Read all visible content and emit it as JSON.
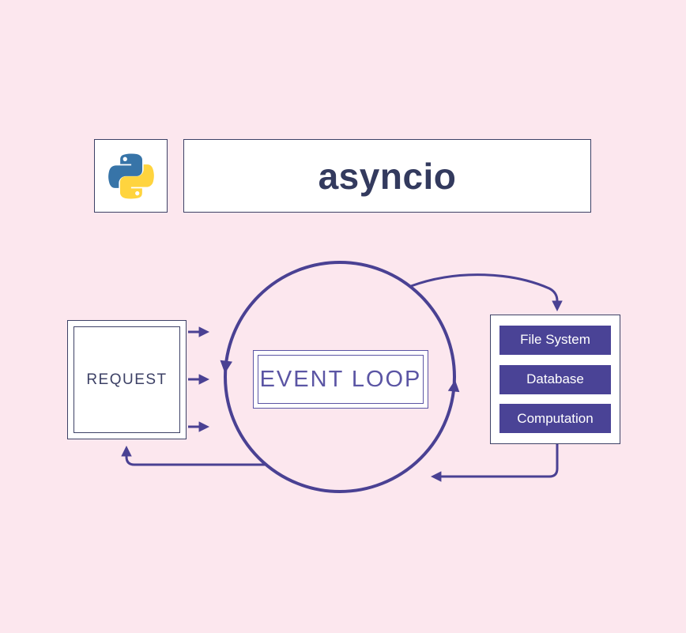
{
  "header": {
    "title": "asyncio",
    "logo_icon": "python-logo"
  },
  "diagram": {
    "request": {
      "label": "REQUEST"
    },
    "event_loop": {
      "label": "EVENT LOOP"
    },
    "services": {
      "items": [
        {
          "label": "File System"
        },
        {
          "label": "Database"
        },
        {
          "label": "Computation"
        }
      ]
    },
    "flow": "request -> event loop -> services -> event loop -> request"
  },
  "colors": {
    "background": "#fce7ee",
    "box_background": "#ffffff",
    "outline_dark": "#3d4166",
    "arrow_indigo": "#4a4193",
    "event_loop_purple": "#5b55a4",
    "title_text": "#333a5e",
    "service_button_bg": "#4a4396",
    "service_button_text": "#ffffff",
    "python_blue": "#3774a8",
    "python_yellow": "#ffd43e"
  }
}
